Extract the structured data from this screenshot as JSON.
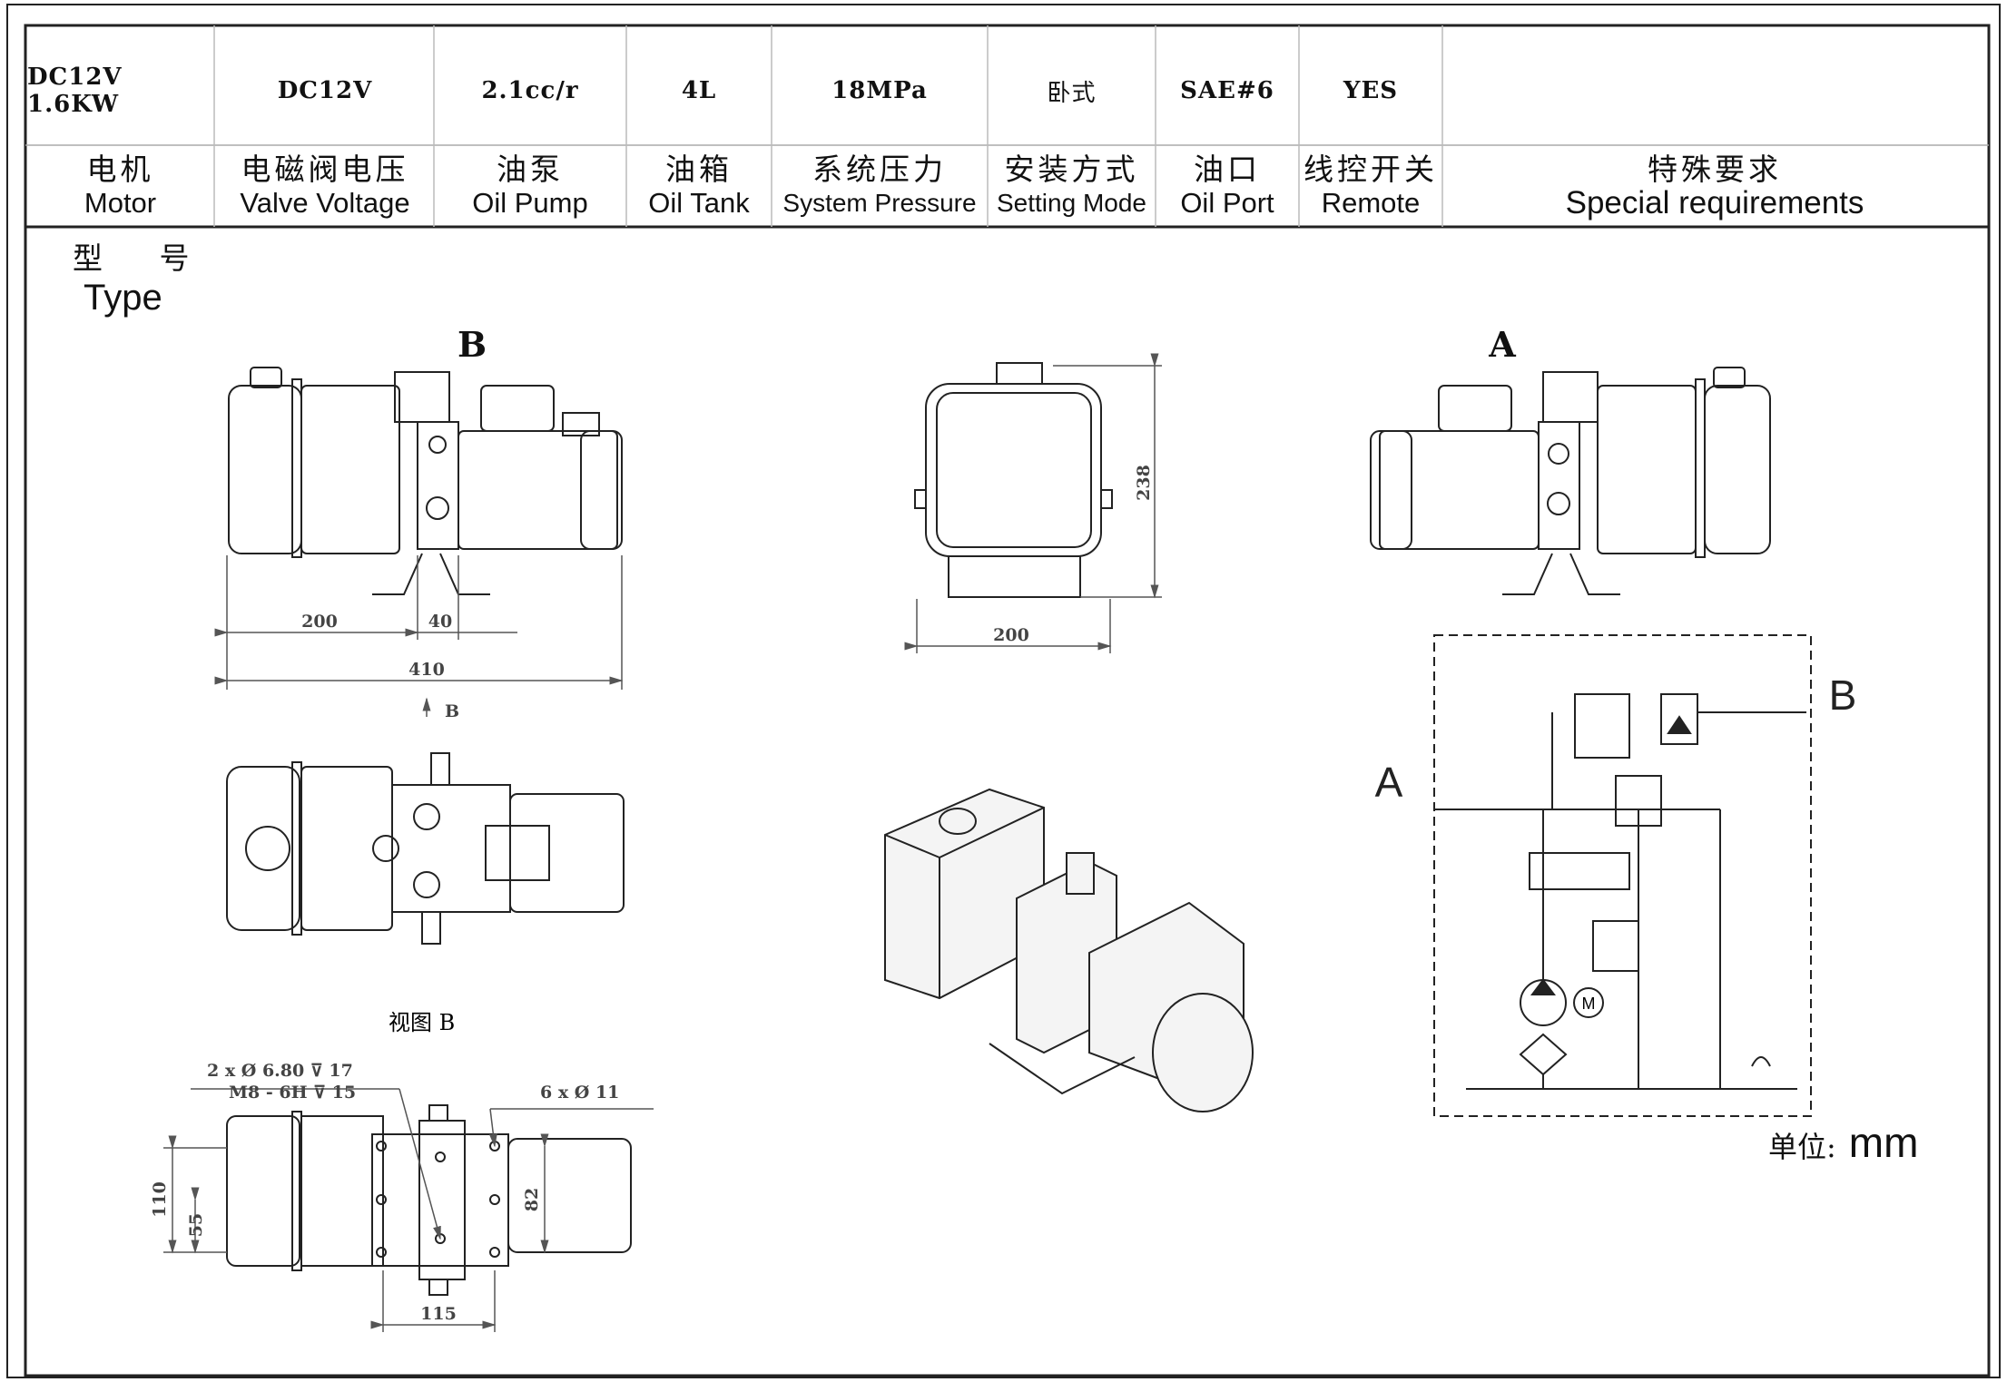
{
  "specs": [
    {
      "value": "DC12V 1.6KW",
      "zh": "电机",
      "en": "Motor"
    },
    {
      "value": "DC12V",
      "zh": "电磁阀电压",
      "en": "Valve Voltage"
    },
    {
      "value": "2.1cc/r",
      "zh": "油泵",
      "en": "Oil Pump"
    },
    {
      "value": "4L",
      "zh": "油箱",
      "en": "Oil Tank"
    },
    {
      "value": "18MPa",
      "zh": "系统压力",
      "en": "System Pressure"
    },
    {
      "value": "卧式",
      "zh": "安装方式",
      "en": "Setting Mode"
    },
    {
      "value": "SAE#6",
      "zh": "油口",
      "en": "Oil Port"
    },
    {
      "value": "YES",
      "zh": "线控开关",
      "en": "Remote"
    },
    {
      "value": "",
      "zh": "特殊要求",
      "en": "Special requirements"
    }
  ],
  "type_label": {
    "zh": "型 号",
    "en": "Type"
  },
  "unit": {
    "zh": "单位:",
    "en": "mm"
  },
  "views": {
    "front": {
      "callout": "B",
      "dims": {
        "d1": "200",
        "d2": "40",
        "d3": "410"
      },
      "arrow_label": "B"
    },
    "end": {
      "dims": {
        "width": "200",
        "height": "238"
      }
    },
    "rear": {
      "callout": "A"
    },
    "top": {
      "caption": "视图 B"
    },
    "bottom": {
      "note1": "2 x Ø 6.80 ⊽ 17",
      "note2": "M8 - 6H ⊽ 15",
      "note3": "6 x Ø 11",
      "dims": {
        "h110": "110",
        "h55": "55",
        "h82": "82",
        "w115": "115"
      }
    }
  },
  "schematic": {
    "port_a": "A",
    "port_b": "B",
    "motor": "M"
  }
}
